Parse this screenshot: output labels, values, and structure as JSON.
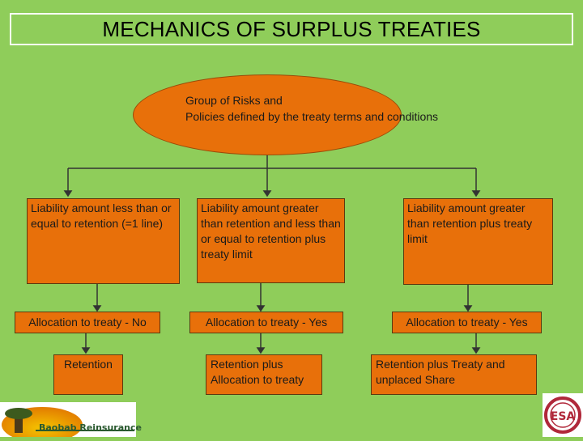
{
  "title": "MECHANICS OF SURPLUS TREATIES",
  "root": {
    "line1": "Group of Risks and",
    "line2": "Policies defined by the treaty terms and conditions"
  },
  "conditions": [
    "Liability amount less than or equal to retention (=1 line)",
    "Liability amount greater than retention and less than or equal to retention plus treaty limit",
    "Liability amount greater than retention plus treaty limit"
  ],
  "allocations": [
    "Allocation to treaty - No",
    "Allocation to treaty - Yes",
    "Allocation to treaty - Yes"
  ],
  "results": [
    "Retention",
    "Retention plus Allocation to treaty",
    "Retention plus Treaty and unplaced Share"
  ],
  "logos": {
    "left_text": "Baobab Reinsurance",
    "right_text": "ESA"
  },
  "colors": {
    "background": "#8fcd5a",
    "box_fill": "#e8700a",
    "border": "#5a3a10",
    "connector": "#333333"
  }
}
